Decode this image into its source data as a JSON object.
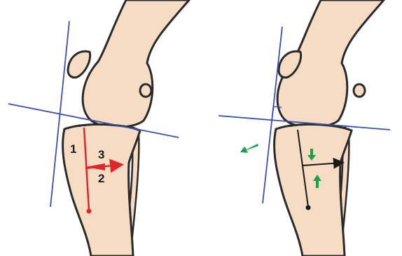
{
  "colors": {
    "bone_fill": "#f7dcc4",
    "bone_stroke": "#2a2a2a",
    "axis_line": "#3a4fb0",
    "left_arrows": "#e0262b",
    "right_arrows": "#18a04a",
    "tibia_axis": "#1a1a1a"
  },
  "left_panel": {
    "labels": [
      "1",
      "2",
      "3"
    ]
  },
  "icons": {
    "left": [
      "femur",
      "patella",
      "fabella",
      "tibia",
      "fibula",
      "mechanical-axis-line",
      "plateau-slope-line",
      "red-arrows"
    ],
    "right": [
      "femur",
      "patella",
      "fabella",
      "tibia",
      "fibula",
      "mechanical-axis-line",
      "plateau-slope-line",
      "right-angle-marker",
      "green-arrows",
      "black-axis-arrow"
    ]
  }
}
